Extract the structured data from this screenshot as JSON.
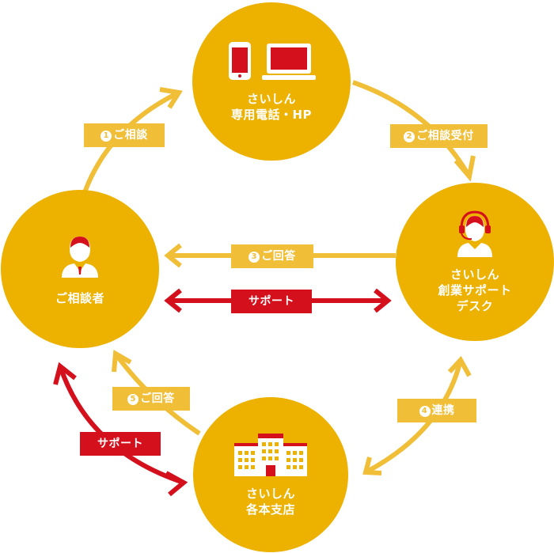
{
  "colors": {
    "node": "#EDB100",
    "flow": "#F0BE37",
    "support": "#D5101D"
  },
  "nodes": {
    "top": {
      "title_line1": "さいしん",
      "title_line2": "専用電話・HP",
      "icons": [
        "smartphone-icon",
        "laptop-icon"
      ]
    },
    "left": {
      "title_line1": "ご相談者",
      "icon": "consultant-person-icon"
    },
    "right": {
      "title_line1": "さいしん",
      "title_line2": "創業サポート",
      "title_line3": "デスク",
      "icon": "headset-operator-icon"
    },
    "bottom": {
      "title_line1": "さいしん",
      "title_line2": "各本支店",
      "icon": "bank-building-icon"
    }
  },
  "steps": {
    "step1": {
      "num": "1",
      "text": "ご相談"
    },
    "step2": {
      "num": "2",
      "text": "ご相談受付"
    },
    "step3": {
      "num": "3",
      "text": "ご回答"
    },
    "step4": {
      "num": "4",
      "text": "連携"
    },
    "step5": {
      "num": "5",
      "text": "ご回答"
    }
  },
  "support_labels": {
    "middle": "サポート",
    "lower": "サポート"
  }
}
